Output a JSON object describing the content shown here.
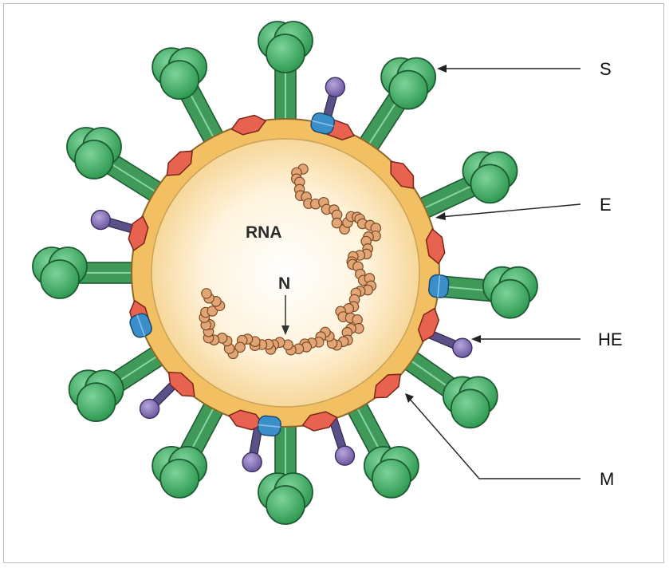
{
  "labels": {
    "s": "S",
    "e": "E",
    "he": "HE",
    "m": "M",
    "rna": "RNA",
    "n": "N"
  },
  "colors": {
    "spike": "#3fae62",
    "spike_stem": "#3f9a5a",
    "envelope": "#f2c062",
    "interior": "#fff3dc",
    "m_protein": "#e8634f",
    "e_protein": "#3b8fc8",
    "he_protein": "#8a74b8",
    "rna_coil": "#e2a577"
  }
}
